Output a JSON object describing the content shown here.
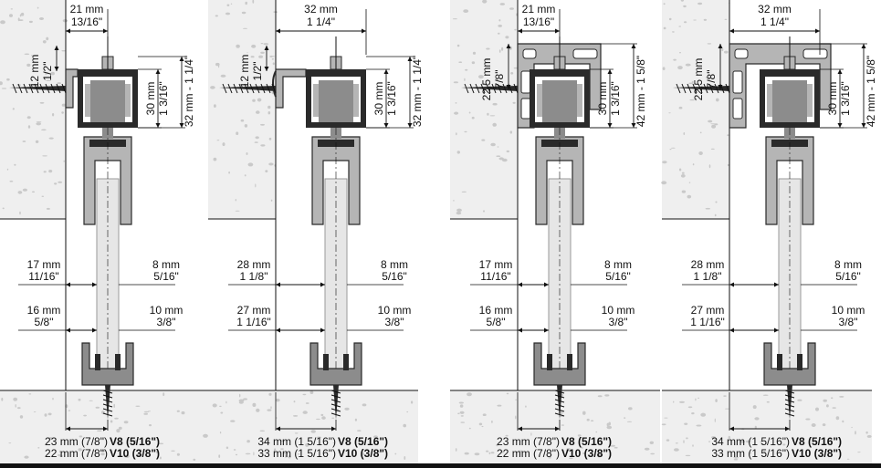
{
  "diagrams": [
    {
      "variant": "wall-bracket-short",
      "top_width": {
        "mm": "21 mm",
        "in": "13/16\""
      },
      "offset": {
        "mm": "12 mm",
        "in": "1/2\""
      },
      "rail_height": {
        "mm": "30 mm",
        "in": "1 3/16\""
      },
      "total_height": "32 mm - 1 1/4\"",
      "gap_upper": {
        "mm": "17 mm",
        "in": "11/16\""
      },
      "gap_lower": {
        "mm": "16 mm",
        "in": "5/8\""
      },
      "right_upper": {
        "mm": "8 mm",
        "in": "5/16\""
      },
      "right_lower": {
        "mm": "10 mm",
        "in": "3/8\""
      },
      "bottom_v8": {
        "mm": "23 mm (7/8\")",
        "code": "V8 (5/16\")"
      },
      "bottom_v10": {
        "mm": "22 mm (7/8\")",
        "code": "V10 (3/8\")"
      }
    },
    {
      "variant": "wall-bracket-long",
      "top_width": {
        "mm": "32 mm",
        "in": "1 1/4\""
      },
      "offset": {
        "mm": "12 mm",
        "in": "1/2\""
      },
      "rail_height": {
        "mm": "30 mm",
        "in": "1 3/16\""
      },
      "total_height": "32 mm - 1 1/4\"",
      "gap_upper": {
        "mm": "28 mm",
        "in": "1 1/8\""
      },
      "gap_lower": {
        "mm": "27 mm",
        "in": "1 1/16\""
      },
      "right_upper": {
        "mm": "8 mm",
        "in": "5/16\""
      },
      "right_lower": {
        "mm": "10 mm",
        "in": "3/8\""
      },
      "bottom_v8": {
        "mm": "34 mm (1 5/16\")",
        "code": "V8 (5/16\")"
      },
      "bottom_v10": {
        "mm": "33 mm (1 5/16\")",
        "code": "V10 (3/8\")"
      }
    },
    {
      "variant": "profile-short",
      "top_width": {
        "mm": "21 mm",
        "in": "13/16\""
      },
      "offset": {
        "mm": "22,5 mm",
        "in": "7/8\""
      },
      "rail_height": {
        "mm": "30 mm",
        "in": "1 3/16\""
      },
      "total_height": "42 mm - 1 5/8\"",
      "gap_upper": {
        "mm": "17 mm",
        "in": "11/16\""
      },
      "gap_lower": {
        "mm": "16 mm",
        "in": "5/8\""
      },
      "right_upper": {
        "mm": "8 mm",
        "in": "5/16\""
      },
      "right_lower": {
        "mm": "10 mm",
        "in": "3/8\""
      },
      "bottom_v8": {
        "mm": "23 mm (7/8\")",
        "code": "V8 (5/16\")"
      },
      "bottom_v10": {
        "mm": "22 mm (7/8\")",
        "code": "V10 (3/8\")"
      }
    },
    {
      "variant": "profile-long",
      "top_width": {
        "mm": "32 mm",
        "in": "1 1/4\""
      },
      "offset": {
        "mm": "22,5 mm",
        "in": "7/8\""
      },
      "rail_height": {
        "mm": "30 mm",
        "in": "1 3/16\""
      },
      "total_height": "42 mm - 1 5/8\"",
      "gap_upper": {
        "mm": "28 mm",
        "in": "1 1/8\""
      },
      "gap_lower": {
        "mm": "27 mm",
        "in": "1 1/16\""
      },
      "right_upper": {
        "mm": "8 mm",
        "in": "5/16\""
      },
      "right_lower": {
        "mm": "10 mm",
        "in": "3/8\""
      },
      "bottom_v8": {
        "mm": "34 mm (1 5/16\")",
        "code": "V8 (5/16\")"
      },
      "bottom_v10": {
        "mm": "33 mm (1 5/16\")",
        "code": "V10 (3/8\")"
      }
    }
  ],
  "colors": {
    "wall": "#efefef",
    "wall_speckle": "#c9c9c9",
    "metal": "#8c8c8c",
    "metal_light": "#b5b5b5",
    "dark": "#2a2a2a",
    "glass": "#e6e6e6",
    "line": "#111111"
  }
}
